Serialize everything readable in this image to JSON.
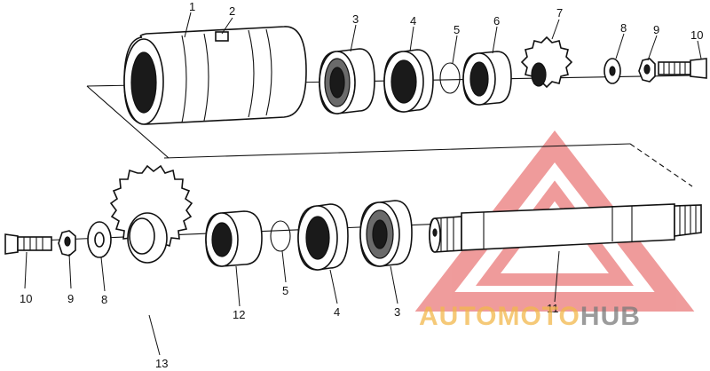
{
  "callouts": {
    "n1": "1",
    "n2": "2",
    "n3": "3",
    "n4": "4",
    "n5": "5",
    "n6": "6",
    "n7": "7",
    "n8": "8",
    "n9": "9",
    "n10": "10",
    "n11": "11",
    "n12": "12",
    "n13": "13"
  },
  "watermark": {
    "brand_part1": "AUTO",
    "brand_part2": "MOTO",
    "brand_part3": "HUB",
    "color_orange": "#f2b84b",
    "color_red": "#e24a4a",
    "color_gray": "#7a7a7a"
  }
}
